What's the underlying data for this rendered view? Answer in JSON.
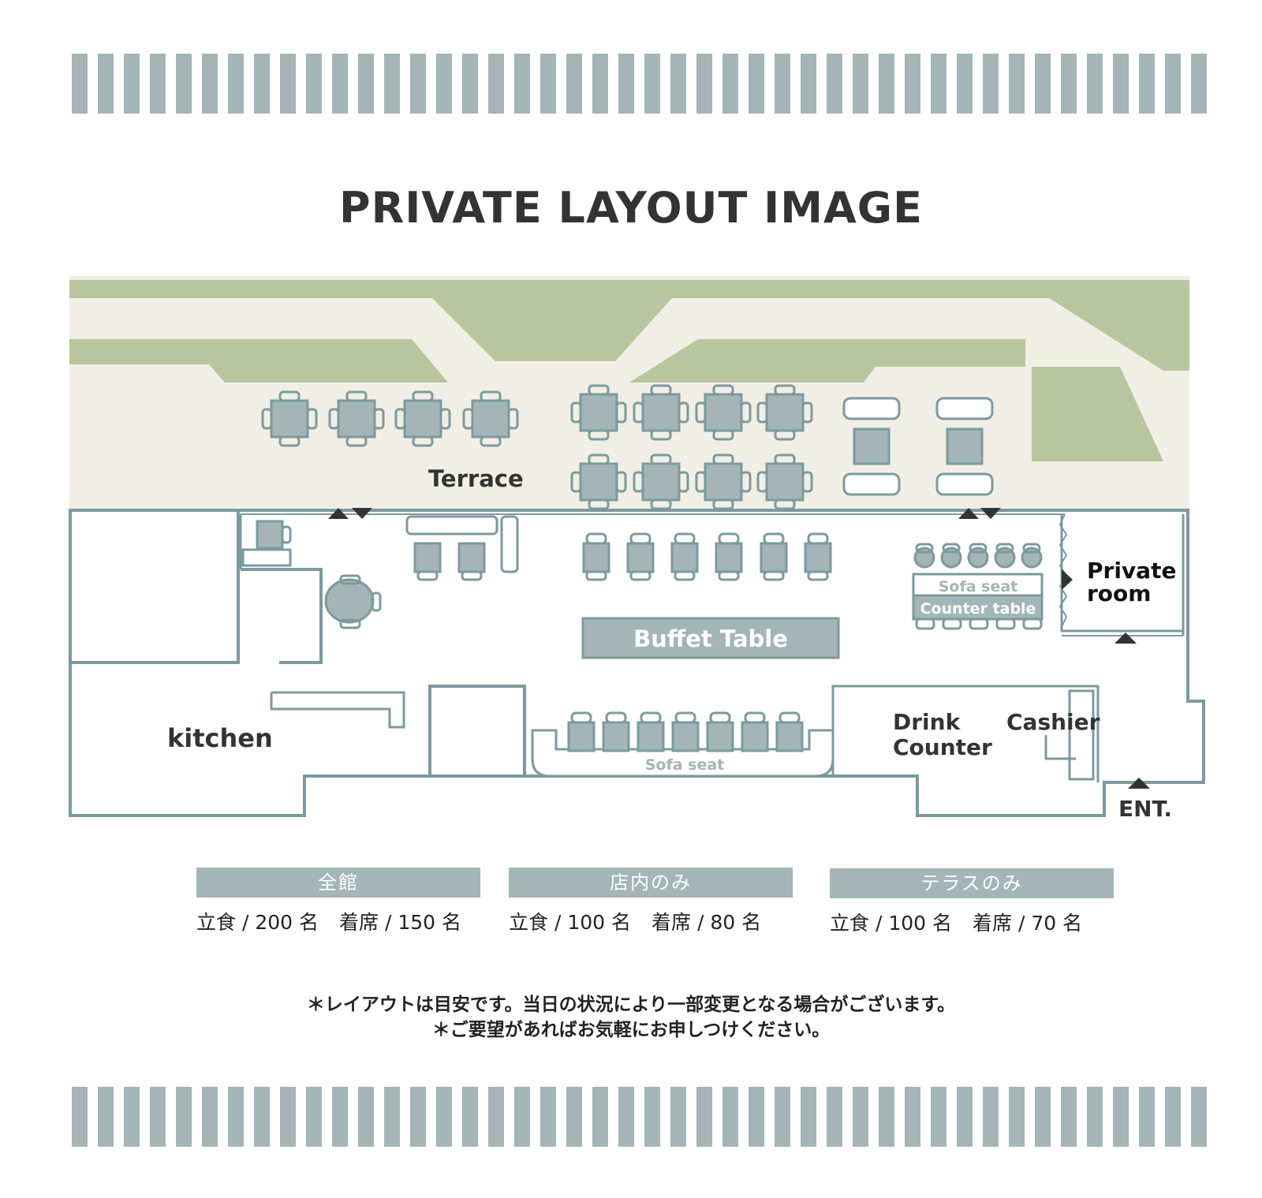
{
  "title": "PRIVATE LAYOUT IMAGE",
  "labels": {
    "terrace": "Terrace",
    "kitchen": "kitchen",
    "buffet_table": "Buffet Table",
    "sofa_seat_right": "Sofa seat",
    "counter_table": "Counter table",
    "sofa_seat_bottom": "Sofa seat",
    "private_room_line1": "Private",
    "private_room_line2": "room",
    "drink_counter_line1": "Drink",
    "drink_counter_line2": "Counter",
    "cashier": "Cashier",
    "entrance": "ENT."
  },
  "capacity": [
    {
      "name": "全館",
      "standing_label": "立食",
      "standing": "200",
      "seated_label": "着席",
      "seated": "150",
      "unit": "名"
    },
    {
      "name": "店内のみ",
      "standing_label": "立食",
      "standing": "100",
      "seated_label": "着席",
      "seated": "80",
      "unit": "名"
    },
    {
      "name": "テラスのみ",
      "standing_label": "立食",
      "standing": "100",
      "seated_label": "着席",
      "seated": "70",
      "unit": "名"
    }
  ],
  "notes": {
    "line1": "＊レイアウトは目安です。当日の状況により一部変更となる場合がございます。",
    "line2": "＊ご要望があればお気軽にお申しつけください。"
  },
  "colors": {
    "stripe": "#a3b5b6",
    "wall": "#7c9a9e",
    "furniture": "#a3b5b6",
    "green": "#b8c59e",
    "terrace": "#f1efe5",
    "text": "#333333"
  }
}
